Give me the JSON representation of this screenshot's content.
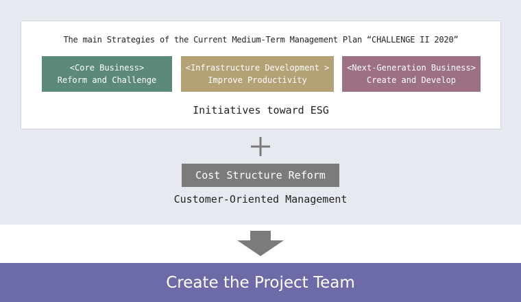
{
  "panel": {
    "title": "The main Strategies of the Current Medium-Term Management Plan “CHALLENGE II 2020”",
    "strategies": [
      {
        "line1": "<Core Business>",
        "line2": "Reform and Challenge",
        "color": "#5b8a7a"
      },
      {
        "line1": "<Infrastructure Development >",
        "line2": "Improve Productivity",
        "color": "#b3a275"
      },
      {
        "line1": "<Next-Generation Business>",
        "line2": "Create and Develop",
        "color": "#9e7086"
      }
    ],
    "esg": "Initiatives toward ESG"
  },
  "plus_icon": "plus-icon",
  "cost_structure": {
    "label": "Cost Structure Reform",
    "color": "#7b7b7b"
  },
  "customer": "Customer-Oriented Management",
  "arrow_icon": "down-arrow-icon",
  "result": {
    "label": "Create the Project Team",
    "color": "#6d6aa8"
  },
  "colors": {
    "background": "#e6e9ef",
    "icon": "#7b7b7b"
  }
}
